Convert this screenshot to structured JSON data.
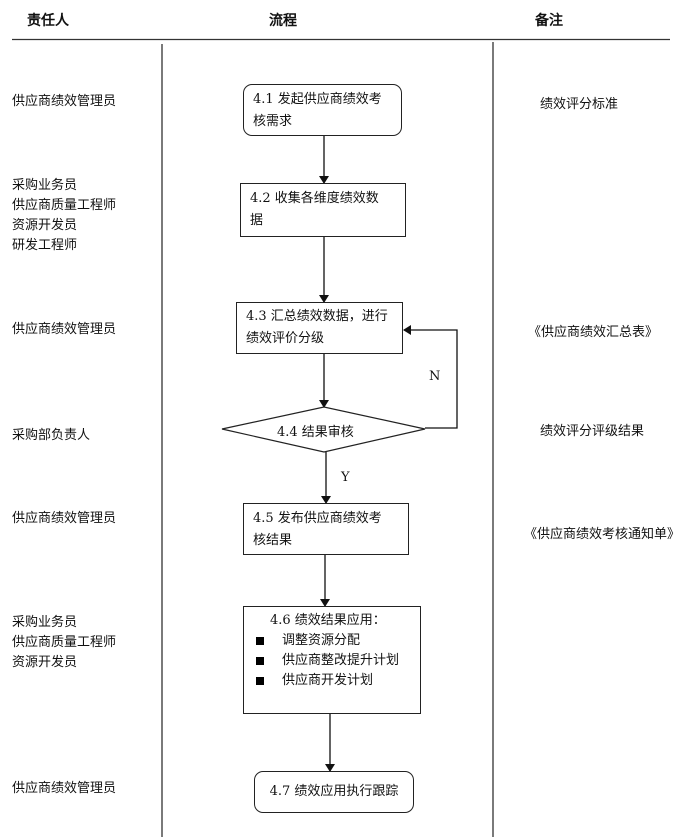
{
  "headers": {
    "role": "责任人",
    "process": "流程",
    "notes": "备注"
  },
  "roles": [
    {
      "lines": [
        "供应商绩效管理员"
      ]
    },
    {
      "lines": [
        "采购业务员",
        "供应商质量工程师",
        "资源开发员",
        "研发工程师"
      ]
    },
    {
      "lines": [
        "供应商绩效管理员"
      ]
    },
    {
      "lines": [
        "采购部负责人"
      ]
    },
    {
      "lines": [
        "供应商绩效管理员"
      ]
    },
    {
      "lines": [
        "采购业务员",
        "供应商质量工程师",
        "资源开发员"
      ]
    },
    {
      "lines": [
        "供应商绩效管理员"
      ]
    }
  ],
  "steps": {
    "s41": {
      "line1": "4.1 发起供应商绩效考",
      "line2": "核需求"
    },
    "s42": {
      "line1": "4.2  收集各维度绩效数",
      "line2": "据"
    },
    "s43": {
      "line1": "4.3  汇总绩效数据，进行",
      "line2": "绩效评价分级"
    },
    "s44": {
      "text": "4.4 结果审核"
    },
    "s45": {
      "line1": "4.5  发布供应商绩效考",
      "line2": "核结果"
    },
    "s46": {
      "title": "4.6  绩效结果应用：",
      "bullets": [
        "调整资源分配",
        "供应商整改提升计划",
        "供应商开发计划"
      ]
    },
    "s47": {
      "text": "4.7 绩效应用执行跟踪"
    }
  },
  "branch_labels": {
    "no": "N",
    "yes": "Y"
  },
  "notes": [
    "绩效评分标准",
    "《供应商绩效汇总表》",
    "绩效评分评级结果",
    "《供应商绩效考核通知单》"
  ]
}
